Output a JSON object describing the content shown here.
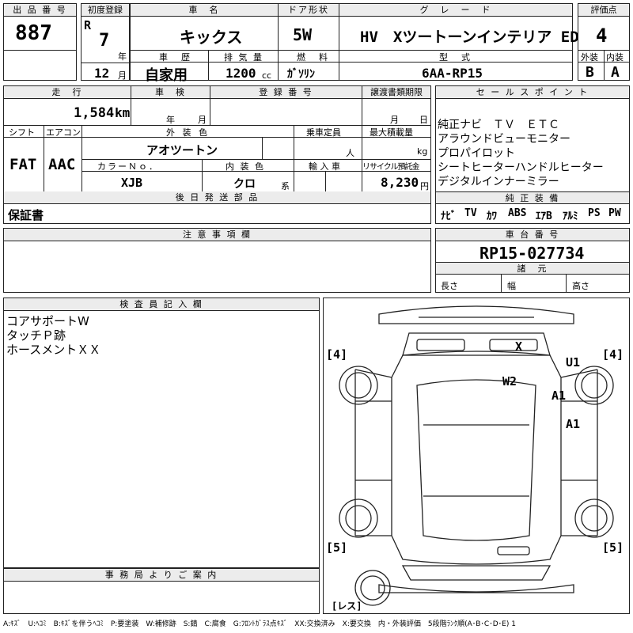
{
  "top": {
    "lot_label": "出 品 番 号",
    "lot": "887",
    "first_reg_label": "初度登録",
    "era": "R",
    "year": "7",
    "year_unit": "年",
    "month": "12",
    "month_unit": "月",
    "name_label": "車　名",
    "name": "キックス",
    "door_label": "ドア形状",
    "door": "5W",
    "grade_label": "グ　レ　ー　ド",
    "grade": "HV　Xツートーンインテリア ED",
    "score_label": "評価点",
    "score": "4",
    "history_label": "車　歴",
    "history": "自家用",
    "displacement_label": "排 気 量",
    "displacement": "1200",
    "displacement_unit": "cc",
    "fuel_label": "燃　料",
    "fuel": "ｶﾞｿﾘﾝ",
    "model_label": "型　式",
    "model": "6AA-RP15",
    "ext_label": "外装",
    "ext": "B",
    "int_label": "内装",
    "int": "A"
  },
  "mid": {
    "mileage_label": "走　行",
    "mileage": "1,584",
    "mileage_unit": "km",
    "inspection_label": "車　検",
    "insp_year_unit": "年",
    "insp_month_unit": "月",
    "regno_label": "登 録 番 号",
    "transfer_label": "譲渡書類期限",
    "transfer_month_unit": "月",
    "transfer_day_unit": "日",
    "shift_label": "シフト",
    "shift": "FAT",
    "ac_label": "エアコン",
    "ac": "AAC",
    "color_label": "外 装 色",
    "color": "アオツートン",
    "capacity_label": "乗車定員",
    "capacity_unit": "人",
    "load_label": "最大積載量",
    "load_unit": "kg",
    "colorno_label": "カラーＮｏ．",
    "colorno": "XJB",
    "intcolor_label": "内 装 色",
    "intcolor": "クロ",
    "intcolor_unit": "系",
    "import_label": "輸 入 車",
    "recycle_label": "リサイクル預託金",
    "recycle": "8,230",
    "recycle_unit": "円",
    "later_label": "後 日 発 送 部 品",
    "later": "保証書"
  },
  "sales": {
    "label": "セ ー ル ス ポ イ ン ト",
    "lines": [
      "純正ナビ　ＴＶ　ＥＴＣ",
      "アラウンドビューモニター",
      "プロパイロット",
      "シートヒーターハンドルヒーター",
      "デジタルインナーミラー"
    ],
    "equip_label": "純 正 装 備",
    "equip": [
      "ﾅﾋﾞ",
      "TV",
      "ｶﾜ",
      "ABS",
      "ｴｱB",
      "ｱﾙﾐ",
      "PS",
      "PW"
    ]
  },
  "notes": {
    "label": "注 意 事 項 欄"
  },
  "chassis": {
    "label": "車 台 番 号",
    "value": "RP15-027734",
    "spec_label": "諸　元",
    "len": "長さ",
    "wid": "幅",
    "hgt": "高さ"
  },
  "inspector": {
    "label": "検 査 員 記 入 欄",
    "lines": [
      "コアサポートW",
      "タッチＰ跡",
      "ホースメントＸＸ"
    ]
  },
  "diagram": {
    "marks": [
      "X",
      "W2",
      "U1",
      "A1",
      "A1"
    ],
    "tires": [
      "4",
      "4",
      "5",
      "5"
    ],
    "spare": "レス"
  },
  "office": {
    "label": "事 務 局 よ り ご 案 内"
  },
  "legend": "A:ｷｽﾞ　U:ﾍｺﾐ　B:ｷｽﾞを伴うﾍｺﾐ　P:要塗装　W:補修跡　S:錆　C:腐食　G:ﾌﾛﾝﾄｶﾞﾗｽ点ｷｽﾞ　XX:交換済み　X:要交換　内・外装評価　5段階ﾗﾝｸ順(A･B･C･D･E) 1"
}
